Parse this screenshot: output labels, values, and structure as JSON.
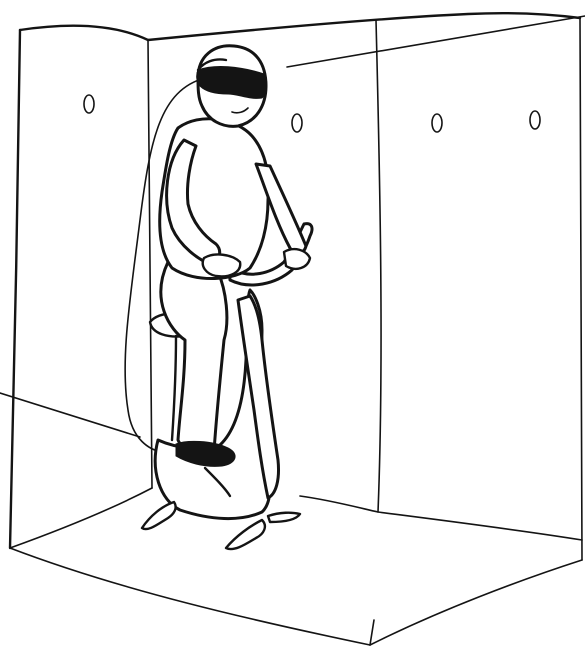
{
  "figure": {
    "subject": "person-on-exercise-bike-in-cave",
    "leader_lines": [
      "headset-callout",
      "cable-callout"
    ]
  },
  "colors": {
    "ink": "#141414",
    "background": "#ffffff"
  }
}
